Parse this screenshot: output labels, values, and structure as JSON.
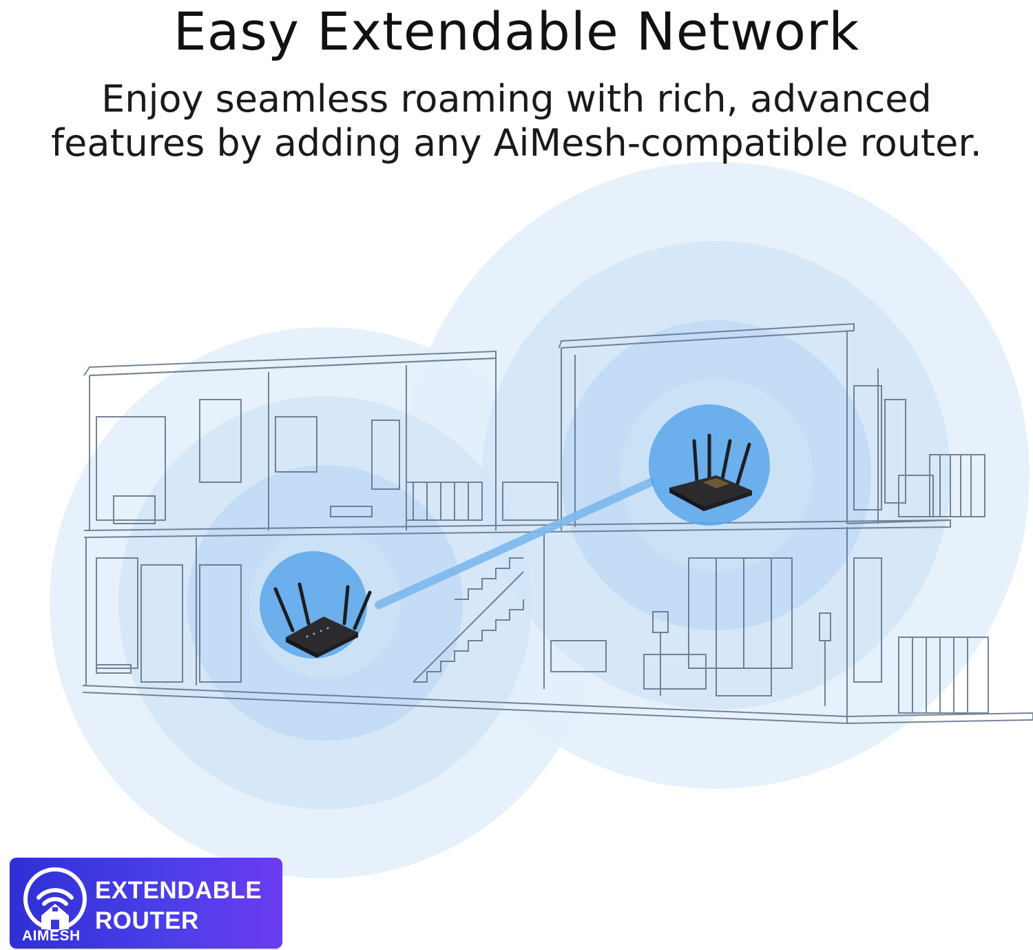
{
  "header": {
    "title": "Easy Extendable Network",
    "subtitle_line1": "Enjoy seamless roaming with rich, advanced",
    "subtitle_line2": "features by adding any AiMesh-compatible router."
  },
  "badge": {
    "icon_label": "AIMESH",
    "line1": "EXTENDABLE",
    "line2": "ROUTER",
    "icon": "aimesh-house-wifi-icon"
  },
  "colors": {
    "coverage": "#cfe3f7",
    "coverage_strong": "#5aa6ea",
    "link_line": "#7db8ee",
    "badge_start": "#2f2fd6",
    "badge_end": "#6a3cf0",
    "router_body": "#2b2b2e"
  },
  "illustration": {
    "subject": "two-storey-house-sketch",
    "routers": [
      "router-downstairs",
      "router-upstairs"
    ],
    "connection": "mesh-link"
  }
}
